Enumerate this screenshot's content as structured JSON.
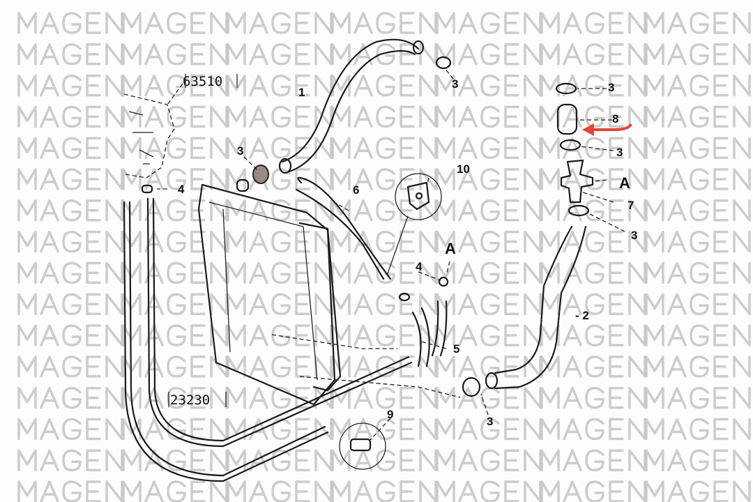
{
  "diagram": {
    "references": {
      "engine": "63510",
      "radiator": "23230"
    },
    "callouts": [
      {
        "id": "c1",
        "text": "1"
      },
      {
        "id": "c3a",
        "text": "3"
      },
      {
        "id": "c3b",
        "text": "3"
      },
      {
        "id": "c3c",
        "text": "3"
      },
      {
        "id": "c8",
        "text": "8"
      },
      {
        "id": "c3d",
        "text": "3"
      },
      {
        "id": "c4a",
        "text": "4"
      },
      {
        "id": "c10",
        "text": "10"
      },
      {
        "id": "c6",
        "text": "6"
      },
      {
        "id": "cA1",
        "text": "A"
      },
      {
        "id": "c7",
        "text": "7"
      },
      {
        "id": "c3e",
        "text": "3"
      },
      {
        "id": "cA2",
        "text": "A"
      },
      {
        "id": "c4b",
        "text": "4"
      },
      {
        "id": "c2",
        "text": "- 2"
      },
      {
        "id": "c5",
        "text": "5"
      },
      {
        "id": "c3f",
        "text": "3"
      },
      {
        "id": "c9",
        "text": "9"
      }
    ],
    "arrow_color": "#e0453a"
  },
  "watermark": "MAGEN"
}
